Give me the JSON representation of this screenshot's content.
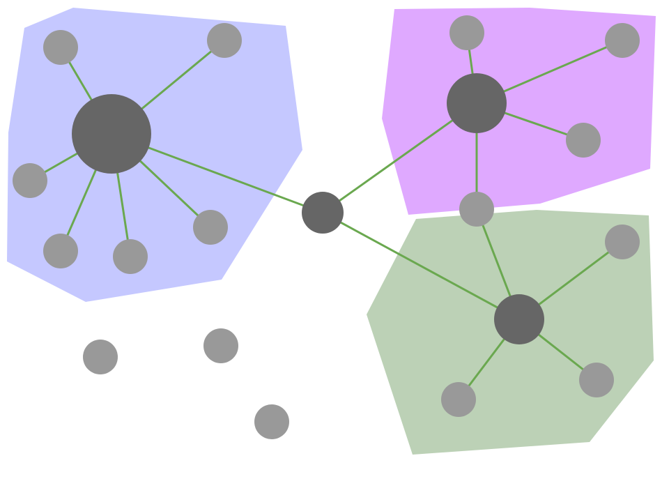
{
  "colors": {
    "background": "#ffffff",
    "edge": "#6aa84f",
    "hub_node": "#666666",
    "leaf_node": "#999999"
  },
  "clusters": [
    {
      "id": "cluster-blue",
      "color": "#c5c8ff"
    },
    {
      "id": "cluster-purple",
      "color": "#dfa9ff"
    },
    {
      "id": "cluster-green",
      "color": "#bcd1b6"
    }
  ],
  "nodes": [
    {
      "id": "center-hub",
      "kind": "hub"
    },
    {
      "id": "blue-hub",
      "kind": "hub",
      "cluster": "cluster-blue"
    },
    {
      "id": "purple-hub",
      "kind": "hub",
      "cluster": "cluster-purple"
    },
    {
      "id": "green-hub",
      "kind": "hub",
      "cluster": "cluster-green"
    },
    {
      "id": "blue-leaf-1",
      "kind": "leaf",
      "cluster": "cluster-blue"
    },
    {
      "id": "blue-leaf-2",
      "kind": "leaf",
      "cluster": "cluster-blue"
    },
    {
      "id": "blue-leaf-3",
      "kind": "leaf",
      "cluster": "cluster-blue"
    },
    {
      "id": "blue-leaf-4",
      "kind": "leaf",
      "cluster": "cluster-blue"
    },
    {
      "id": "blue-leaf-5",
      "kind": "leaf",
      "cluster": "cluster-blue"
    },
    {
      "id": "blue-leaf-6",
      "kind": "leaf",
      "cluster": "cluster-blue"
    },
    {
      "id": "purple-leaf-1",
      "kind": "leaf",
      "cluster": "cluster-purple"
    },
    {
      "id": "purple-leaf-2",
      "kind": "leaf",
      "cluster": "cluster-purple"
    },
    {
      "id": "purple-leaf-3",
      "kind": "leaf",
      "cluster": "cluster-purple"
    },
    {
      "id": "bridge-leaf",
      "kind": "leaf"
    },
    {
      "id": "green-leaf-1",
      "kind": "leaf",
      "cluster": "cluster-green"
    },
    {
      "id": "green-leaf-2",
      "kind": "leaf",
      "cluster": "cluster-green"
    },
    {
      "id": "green-leaf-3",
      "kind": "leaf",
      "cluster": "cluster-green"
    },
    {
      "id": "isolated-leaf-1",
      "kind": "leaf"
    },
    {
      "id": "isolated-leaf-2",
      "kind": "leaf"
    },
    {
      "id": "isolated-leaf-3",
      "kind": "leaf"
    }
  ],
  "edges": [
    {
      "from": "blue-hub",
      "to": "blue-leaf-1"
    },
    {
      "from": "blue-hub",
      "to": "blue-leaf-2"
    },
    {
      "from": "blue-hub",
      "to": "blue-leaf-3"
    },
    {
      "from": "blue-hub",
      "to": "blue-leaf-4"
    },
    {
      "from": "blue-hub",
      "to": "blue-leaf-5"
    },
    {
      "from": "blue-hub",
      "to": "blue-leaf-6"
    },
    {
      "from": "blue-hub",
      "to": "center-hub"
    },
    {
      "from": "center-hub",
      "to": "purple-hub"
    },
    {
      "from": "center-hub",
      "to": "green-hub"
    },
    {
      "from": "purple-hub",
      "to": "purple-leaf-1"
    },
    {
      "from": "purple-hub",
      "to": "purple-leaf-2"
    },
    {
      "from": "purple-hub",
      "to": "purple-leaf-3"
    },
    {
      "from": "purple-hub",
      "to": "bridge-leaf"
    },
    {
      "from": "bridge-leaf",
      "to": "green-hub"
    },
    {
      "from": "green-hub",
      "to": "green-leaf-1"
    },
    {
      "from": "green-hub",
      "to": "green-leaf-2"
    },
    {
      "from": "green-hub",
      "to": "green-leaf-3"
    }
  ]
}
